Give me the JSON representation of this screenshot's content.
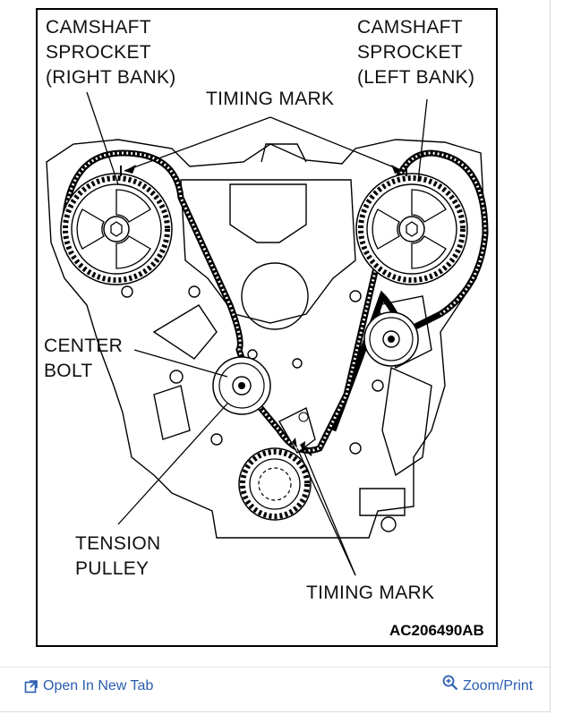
{
  "diagram": {
    "labels": {
      "cam_right": "CAMSHAFT\nSPROCKET\n(RIGHT BANK)",
      "cam_left": "CAMSHAFT\nSPROCKET\n(LEFT BANK)",
      "timing_top": "TIMING MARK",
      "center_bolt": "CENTER\nBOLT",
      "tension_pulley": "TENSION\nPULLEY",
      "timing_bottom": "TIMING MARK"
    },
    "figure_code": "AC206490AB"
  },
  "footer": {
    "open_label": "Open In New Tab",
    "zoom_label": "Zoom/Print"
  },
  "colors": {
    "link": "#2a5db0"
  }
}
